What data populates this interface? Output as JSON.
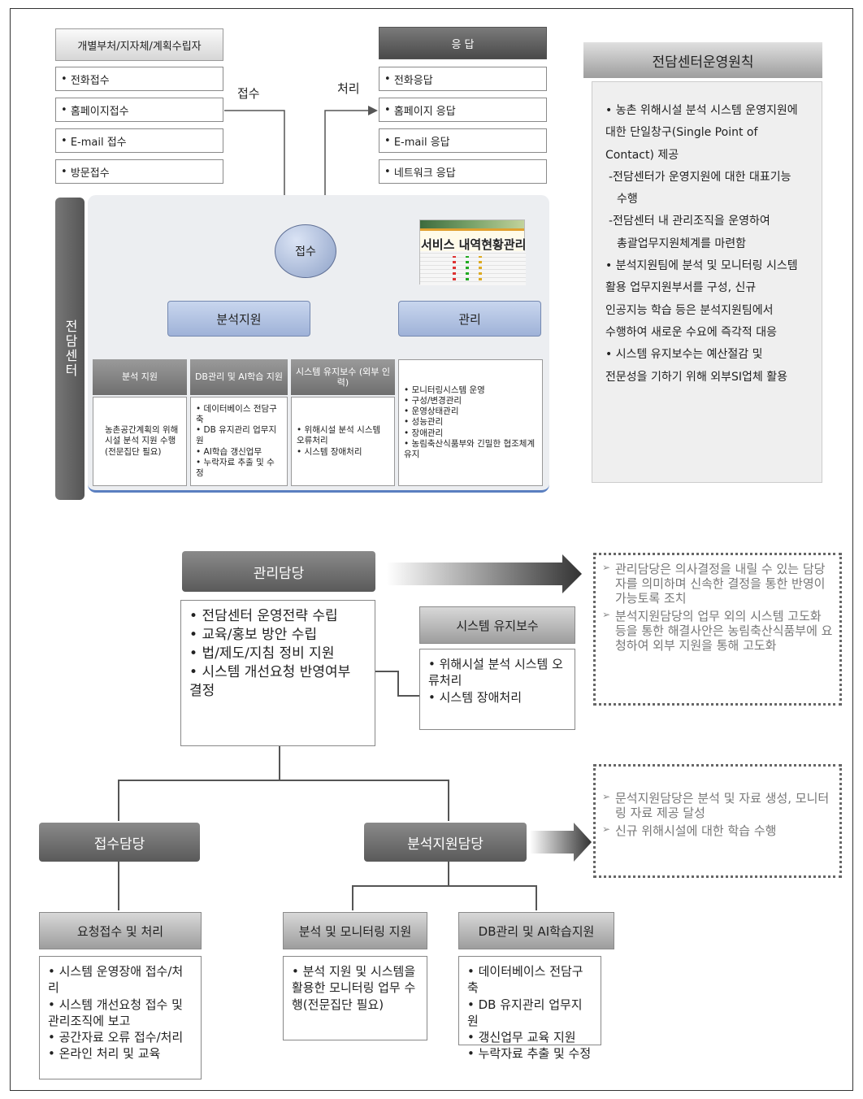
{
  "intake": {
    "header": "개별부처/지자체/계획수립자",
    "items": [
      "전화접수",
      "홈페이지접수",
      "E-mail 접수",
      "방문접수"
    ],
    "arrow_label": "접수"
  },
  "response": {
    "header": "응 답",
    "items": [
      "전화응답",
      "홈페이지 응답",
      "E-mail 응답",
      "네트워크 응답"
    ],
    "arrow_label": "처리"
  },
  "center": {
    "side_label": "전담센터",
    "hub": "접수",
    "service_label": "서비스 내역현황관리",
    "analysis": "분석지원",
    "management": "관리",
    "cols": [
      {
        "title": "분석 지원",
        "body": [
          "농촌공간계획의 위해시설 분석 지원 수행(전문집단 필요)"
        ]
      },
      {
        "title": "DB관리 및 AI학습 지원",
        "body": [
          "데이터베이스 전담구축",
          "DB 유지관리 업무지원",
          "AI학습 갱신업무",
          "누락자료 추출 및 수정"
        ]
      },
      {
        "title": "시스템 유지보수 (외부 인력)",
        "body": [
          "위해시설 분석 시스템 오류처리",
          "시스템 장애처리"
        ]
      },
      {
        "body": [
          "모니터링시스템 운영",
          "구성/변경관리",
          "운영상태관리",
          "성능관리",
          "장애관리",
          "농림축산식품부와 긴밀한 협조체계유지"
        ]
      }
    ]
  },
  "principles": {
    "title": "전담센터운영원칙",
    "lines": [
      {
        "kind": "b",
        "text": "농촌 위해시설 분석 시스템 운영지원에"
      },
      {
        "kind": "c",
        "text": "대한 단일창구(Single Point of"
      },
      {
        "kind": "c",
        "text": "Contact) 제공"
      },
      {
        "kind": "d",
        "text": "-전담센터가 운영지원에 대한 대표기능"
      },
      {
        "kind": "c2",
        "text": "수행"
      },
      {
        "kind": "d",
        "text": "-전담센터 내 관리조직을 운영하여"
      },
      {
        "kind": "c2",
        "text": "총괄업무지원체계를 마련함"
      },
      {
        "kind": "b",
        "text": "분석지원팀에 분석 및 모니터링 시스템"
      },
      {
        "kind": "c",
        "text": "활용 업무지원부서를 구성, 신규"
      },
      {
        "kind": "c",
        "text": "인공지능 학습 등은 분석지원팀에서"
      },
      {
        "kind": "c",
        "text": "수행하여 새로운 수요에 즉각적 대응"
      },
      {
        "kind": "b",
        "text": "시스템 유지보수는 예산절감 및"
      },
      {
        "kind": "c",
        "text": "전문성을 기하기 위해 외부SI업체 활용"
      }
    ]
  },
  "org": {
    "manager": "관리담당",
    "manager_items": [
      "전담센터 운영전략 수립",
      "교육/홍보 방안 수립",
      "법/제도/지침 정비 지원",
      "시스템 개선요청 반영여부 결정"
    ],
    "manager_note": [
      "관리담당은 의사결정을 내릴 수 있는 담당자를 의미하며 신속한 결정을 통한 반영이 가능토록 조치",
      "분석지원담당의 업무 외의 시스템 고도화 등을 통한 해결사안은 농림축산식품부에 요청하여 외부 지원을 통해 고도화"
    ],
    "maintenance": "시스템 유지보수",
    "maintenance_items": [
      "위해시설 분석 시스템 오류처리",
      "시스템 장애처리"
    ],
    "reception": "접수담당",
    "analysis": "분석지원담당",
    "analysis_note": [
      "문석지원담당은 분석 및 자료 생성, 모니터링 자료 제공 달성",
      "신규 위해시설에 대한 학습 수행"
    ],
    "req": "요청접수 및 처리",
    "req_items": [
      "시스템 운영장애 접수/처리",
      "시스템 개선요청 접수 및 관리조직에 보고",
      "공간자료 오류 접수/처리",
      "온라인 처리 및 교육"
    ],
    "mon": "분석 및 모니터링 지원",
    "mon_items": [
      "분석 지원 및 시스템을 활용한 모니터링 업무 수행(전문집단 필요)"
    ],
    "db": "DB관리 및 AI학습지원",
    "db_items": [
      "데이터베이스 전담구축",
      "DB 유지관리 업무지원",
      "갱신업무 교육 지원",
      "누락자료 추출 및 수정"
    ]
  }
}
